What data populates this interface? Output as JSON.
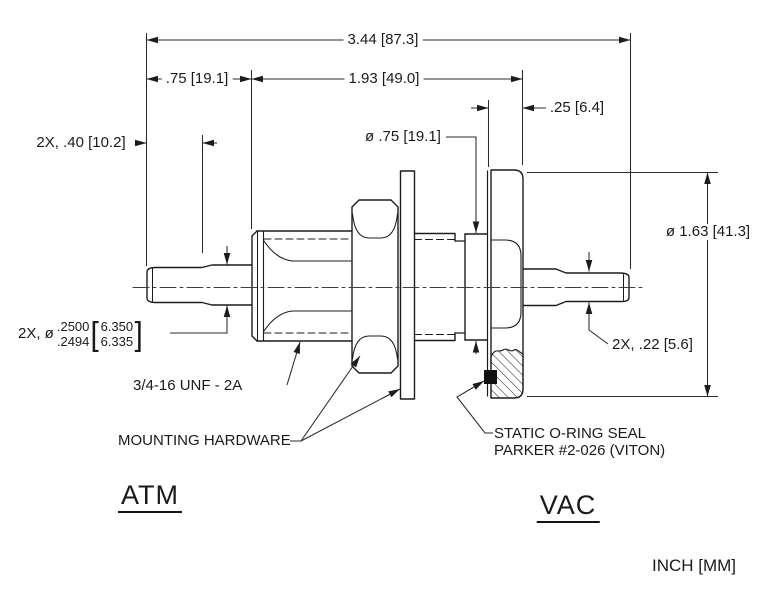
{
  "drawing": {
    "dimensions": {
      "overall_length": "3.44 [87.3]",
      "left_length": ".75 [19.1]",
      "mid_length": "1.93 [49.0]",
      "flange_thickness": ".25 [6.4]",
      "body_diameter": "ø .75 [19.1]",
      "pin_tip_length": "2X, .40 [10.2]",
      "flange_diameter": "ø 1.63 [41.3]",
      "tip_diameter": "2X, .22 [5.6]",
      "pin_dia_prefix": "2X, ø",
      "pin_dia_inch_upper": ".2500",
      "pin_dia_inch_lower": ".2494",
      "pin_dia_mm_upper": "6.350",
      "pin_dia_mm_lower": "6.335",
      "bracket_open": "[",
      "bracket_close": "]"
    },
    "labels": {
      "thread_callout": "3/4-16 UNF - 2A",
      "mounting_hardware": "MOUNTING HARDWARE",
      "oring_line1": "STATIC O-RING SEAL",
      "oring_line2": "PARKER #2-026 (VITON)",
      "side_left": "ATM",
      "side_right": "VAC",
      "units_note": "INCH [MM]"
    }
  }
}
